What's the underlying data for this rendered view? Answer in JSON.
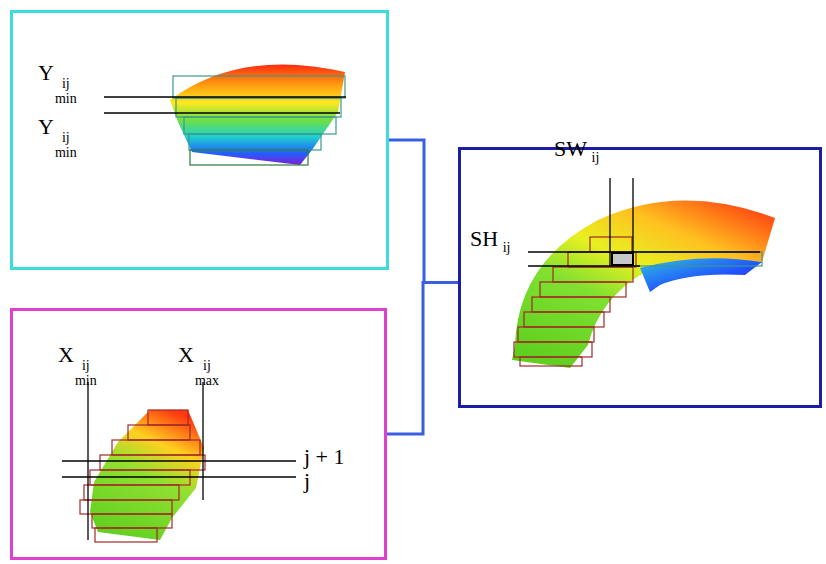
{
  "diagram": {
    "nodes": [
      {
        "text": [
          "Y min ij",
          "Y min ij"
        ]
      },
      {
        "text": [
          "X min ij",
          "X max ij",
          "j + 1",
          "j"
        ]
      },
      {
        "text": [
          "SW ij",
          "SH ij"
        ]
      }
    ],
    "edges": [
      {
        "from": 0,
        "to": 2,
        "arrow": "none"
      },
      {
        "from": 1,
        "to": 2,
        "arrow": "none"
      }
    ]
  }
}
